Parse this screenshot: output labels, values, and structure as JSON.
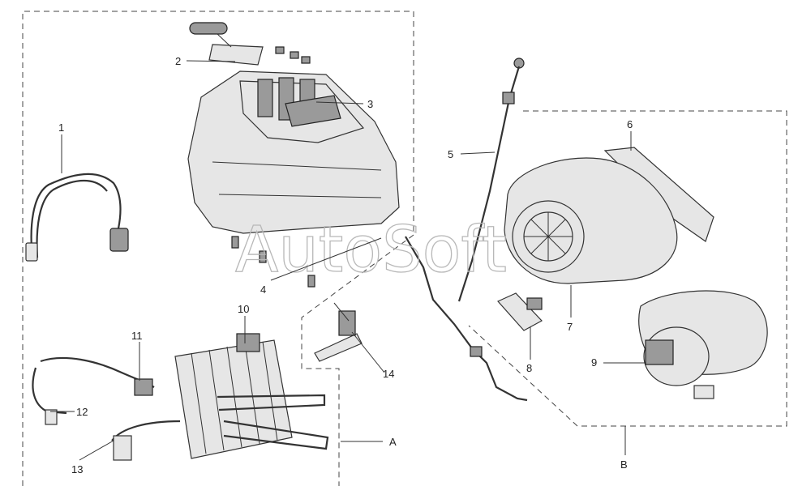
{
  "watermark": "AutoSoft",
  "labels": [
    "1",
    "2",
    "3",
    "4",
    "5",
    "6",
    "7",
    "8",
    "9",
    "10",
    "11",
    "12",
    "13",
    "14",
    "A",
    "B"
  ]
}
